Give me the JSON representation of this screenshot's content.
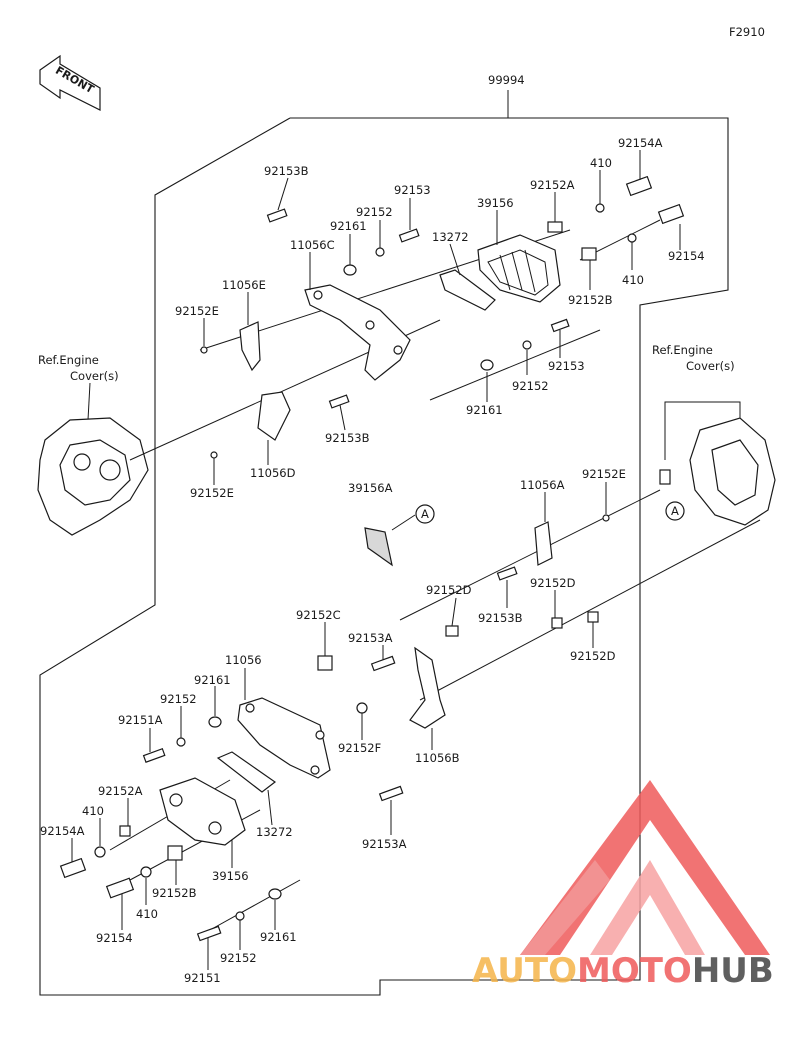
{
  "diagram": {
    "code": "F2910",
    "front_label": "FRONT",
    "assembly": "99994",
    "ref_left": [
      "Ref.Engine",
      "Cover(s)"
    ],
    "ref_right": [
      "Ref.Engine",
      "Cover(s)"
    ],
    "marker": "A",
    "labels": [
      {
        "id": "92153B-top",
        "text": "92153B"
      },
      {
        "id": "92153-top",
        "text": "92153"
      },
      {
        "id": "92152-top",
        "text": "92152"
      },
      {
        "id": "92161-top",
        "text": "92161"
      },
      {
        "id": "11056C",
        "text": "11056C"
      },
      {
        "id": "13272-top",
        "text": "13272"
      },
      {
        "id": "39156-top",
        "text": "39156"
      },
      {
        "id": "92152A-top",
        "text": "92152A"
      },
      {
        "id": "410-top1",
        "text": "410"
      },
      {
        "id": "92154A-top",
        "text": "92154A"
      },
      {
        "id": "410-top2",
        "text": "410"
      },
      {
        "id": "92154-top",
        "text": "92154"
      },
      {
        "id": "92152B-top",
        "text": "92152B"
      },
      {
        "id": "11056E",
        "text": "11056E"
      },
      {
        "id": "92152E-top",
        "text": "92152E"
      },
      {
        "id": "92153-mid",
        "text": "92153"
      },
      {
        "id": "92152-mid",
        "text": "92152"
      },
      {
        "id": "92161-mid",
        "text": "92161"
      },
      {
        "id": "92153B-mid",
        "text": "92153B"
      },
      {
        "id": "11056D",
        "text": "11056D"
      },
      {
        "id": "92152E-left",
        "text": "92152E"
      },
      {
        "id": "39156A",
        "text": "39156A"
      },
      {
        "id": "11056A",
        "text": "11056A"
      },
      {
        "id": "92152E-right",
        "text": "92152E"
      },
      {
        "id": "92152D-1",
        "text": "92152D"
      },
      {
        "id": "92152D-2",
        "text": "92152D"
      },
      {
        "id": "92152D-3",
        "text": "92152D"
      },
      {
        "id": "92153B-right",
        "text": "92153B"
      },
      {
        "id": "92152C",
        "text": "92152C"
      },
      {
        "id": "92153A-1",
        "text": "92153A"
      },
      {
        "id": "11056",
        "text": "11056"
      },
      {
        "id": "92161-low",
        "text": "92161"
      },
      {
        "id": "92152-low",
        "text": "92152"
      },
      {
        "id": "92151A",
        "text": "92151A"
      },
      {
        "id": "92152F",
        "text": "92152F"
      },
      {
        "id": "11056B",
        "text": "11056B"
      },
      {
        "id": "92152A-low",
        "text": "92152A"
      },
      {
        "id": "410-low1",
        "text": "410"
      },
      {
        "id": "92154A-low",
        "text": "92154A"
      },
      {
        "id": "13272-low",
        "text": "13272"
      },
      {
        "id": "39156-low",
        "text": "39156"
      },
      {
        "id": "92152B-low",
        "text": "92152B"
      },
      {
        "id": "410-low2",
        "text": "410"
      },
      {
        "id": "92154-low",
        "text": "92154"
      },
      {
        "id": "92161-bot",
        "text": "92161"
      },
      {
        "id": "92152-bot",
        "text": "92152"
      },
      {
        "id": "92151",
        "text": "92151"
      },
      {
        "id": "92153A-2",
        "text": "92153A"
      }
    ]
  },
  "watermark": {
    "part1": "AUTO",
    "part2": "MOTO",
    "part3": "HUB",
    "color_light": "#f5b54a",
    "color_main": "#ef5b5b",
    "color_dark": "#444444"
  }
}
